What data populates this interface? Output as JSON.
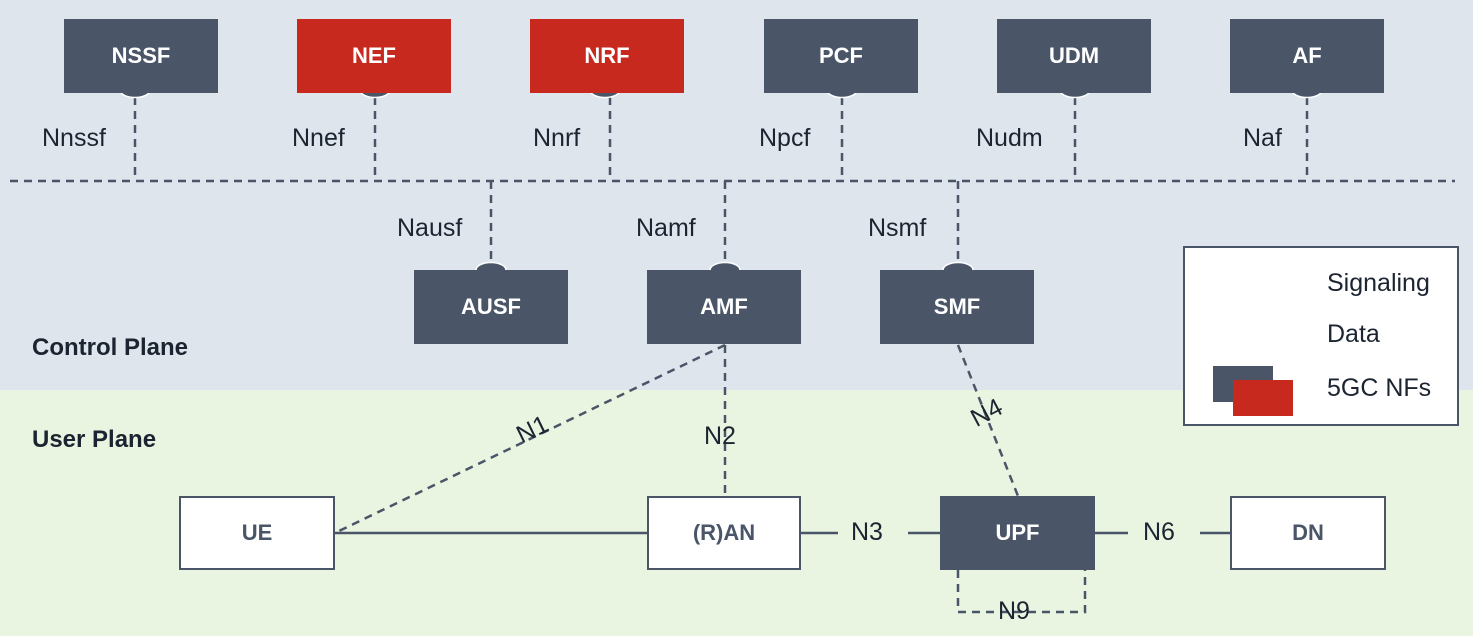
{
  "planes": {
    "control": "Control Plane",
    "user": "User Plane"
  },
  "colors": {
    "nf_dark": "#4a5568",
    "nf_highlight": "#c8291f",
    "control_plane_bg": "#dfe5ec",
    "user_plane_bg": "#e9f4e1"
  },
  "control_nfs": {
    "nssf": "NSSF",
    "nef": "NEF",
    "nrf": "NRF",
    "pcf": "PCF",
    "udm": "UDM",
    "af": "AF",
    "ausf": "AUSF",
    "amf": "AMF",
    "smf": "SMF"
  },
  "highlighted_nfs": [
    "NEF",
    "NRF"
  ],
  "service_interfaces": {
    "nnssf": "Nnssf",
    "nnef": "Nnef",
    "nnrf": "Nnrf",
    "npcf": "Npcf",
    "nudm": "Nudm",
    "naf": "Naf",
    "nausf": "Nausf",
    "namf": "Namf",
    "nsmf": "Nsmf"
  },
  "user_nodes": {
    "ue": "UE",
    "ran": "(R)AN",
    "upf": "UPF",
    "dn": "DN"
  },
  "reference_points": {
    "n1": "N1",
    "n2": "N2",
    "n3": "N3",
    "n4": "N4",
    "n6": "N6",
    "n9": "N9"
  },
  "legend": {
    "signaling": "Signaling",
    "data": "Data",
    "nfs": "5GC NFs"
  }
}
